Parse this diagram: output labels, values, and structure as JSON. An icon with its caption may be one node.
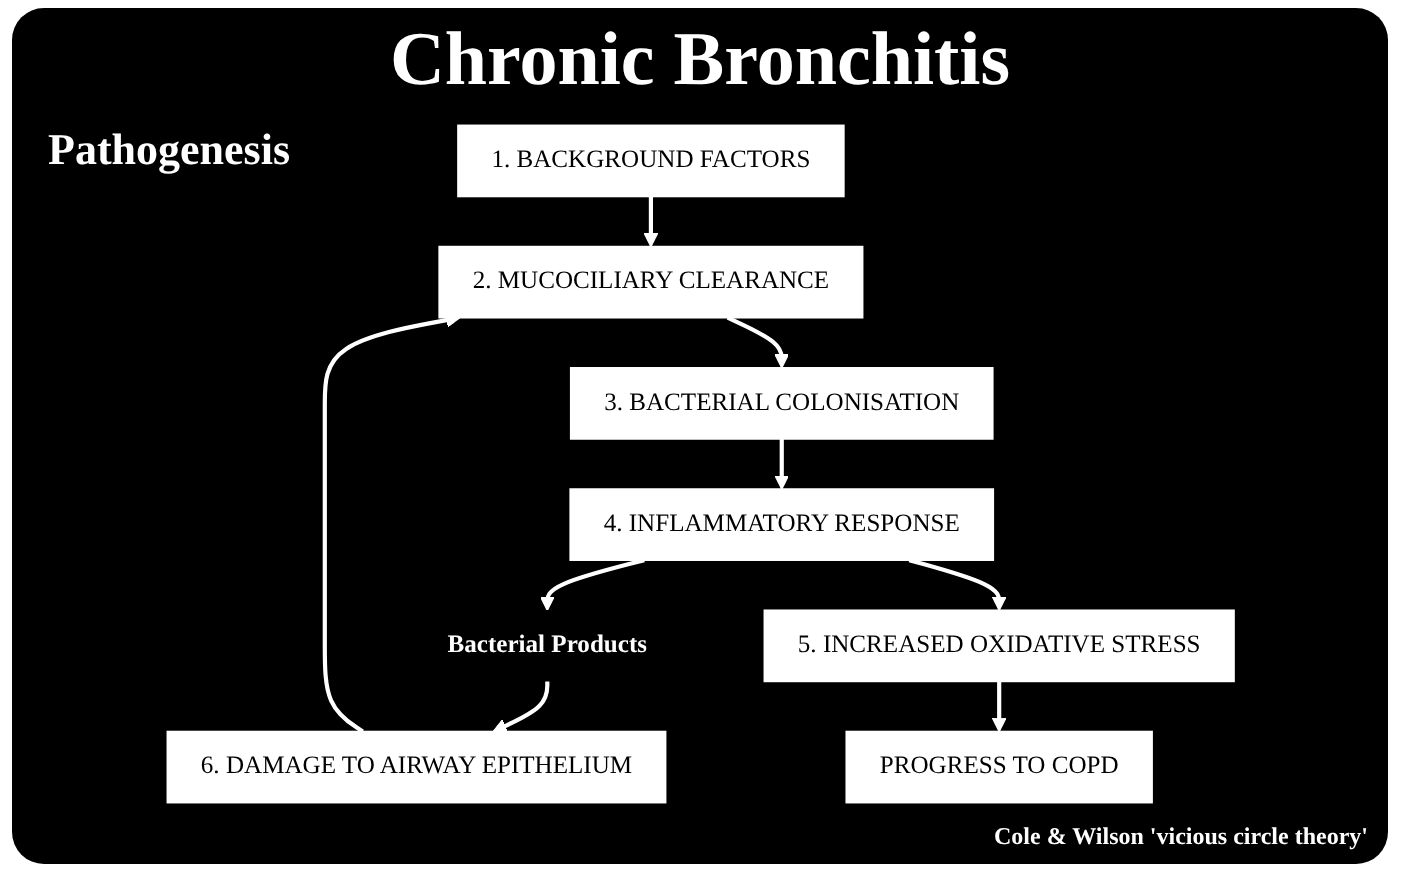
{
  "diagram": {
    "title": "Chronic Bronchitis",
    "nodes": [
      {
        "text": [
          "1. BACKGROUND FACTORS"
        ]
      },
      {
        "text": [
          "2. MUCOCILIARY CLEARANCE"
        ]
      },
      {
        "text": [
          "3. BACTERIAL COLONISATION"
        ]
      },
      {
        "text": [
          "4. INFLAMMATORY RESPONSE"
        ]
      },
      {
        "text": [
          "Bacterial Products"
        ]
      },
      {
        "text": [
          "5. INCREASED OXIDATIVE STRESS"
        ]
      },
      {
        "text": [
          "6. DAMAGE TO AIRWAY EPITHELIUM"
        ]
      },
      {
        "text": [
          "PROGRESS TO COPD"
        ]
      }
    ],
    "edges": [
      {
        "from": 0,
        "to": 1,
        "arrow": "to"
      },
      {
        "from": 1,
        "to": 2,
        "arrow": "to"
      },
      {
        "from": 2,
        "to": 3,
        "arrow": "to"
      },
      {
        "from": 3,
        "to": 4,
        "arrow": "to"
      },
      {
        "from": 4,
        "to": 6,
        "arrow": "to"
      },
      {
        "from": 3,
        "to": 5,
        "arrow": "to"
      },
      {
        "from": 5,
        "to": 7,
        "arrow": "to"
      },
      {
        "from": 6,
        "to": 1,
        "arrow": "to"
      }
    ],
    "labels": [
      "Pathogenesis",
      "Cole & Wilson 'vicious circle theory'"
    ]
  }
}
